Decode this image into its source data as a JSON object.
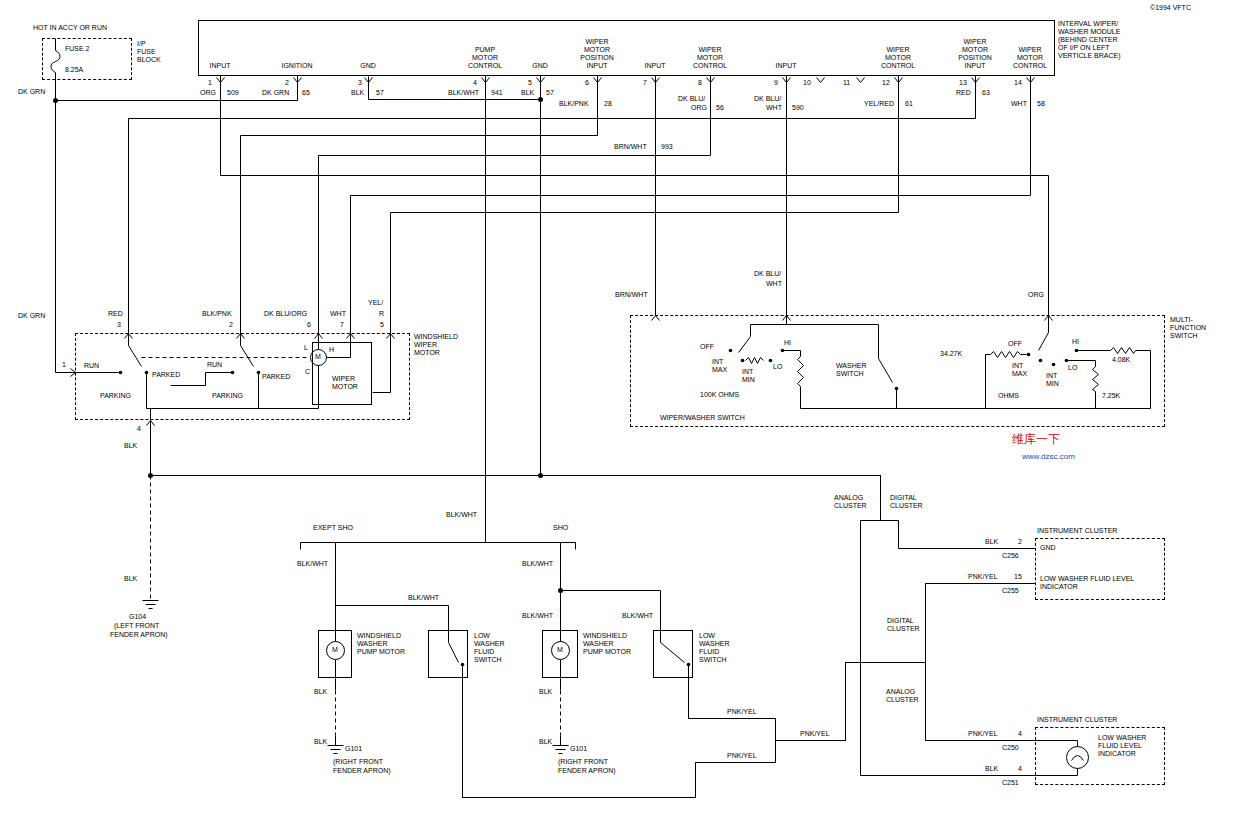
{
  "diagram": {
    "nodes": [
      {
        "text": [
          "HOT IN ACCY OR RUN",
          "FUSE 2",
          "8.25A",
          "I/P FUSE BLOCK"
        ]
      },
      {
        "text": [
          "INTERVAL WIPER/ WASHER MODULE (BEHIND CENTER OF I/P ON LEFT VERTICLE BRACE)",
          "INPUT",
          "IGNITION",
          "GND",
          "PUMP MOTOR CONTROL",
          "GND",
          "WIPER MOTOR POSITION INPUT",
          "INPUT",
          "WIPER MOTOR CONTROL",
          "INPUT",
          "WIPER MOTOR CONTROL",
          "WIPER MOTOR POSITION INPUT",
          "WIPER MOTOR CONTROL"
        ]
      },
      {
        "text": [
          "WINDSHIELD WIPER MOTOR"
        ]
      },
      {
        "text": [
          "WIPER MOTOR"
        ],
        "in": 2
      },
      {
        "text": [
          "MULTI-FUNCTION SWITCH",
          "WIPER/WASHER SWITCH"
        ]
      },
      {
        "text": [
          "WINDSHIELD WASHER PUMP MOTOR"
        ]
      },
      {
        "text": [
          "LOW WASHER FLUID SWITCH"
        ]
      },
      {
        "text": [
          "WINDSHIELD WASHER PUMP MOTOR"
        ]
      },
      {
        "text": [
          "LOW WASHER FLUID SWITCH"
        ]
      },
      {
        "text": [
          "INSTRUMENT CLUSTER",
          "GND",
          "LOW WASHER FLUID LEVEL INDICATOR"
        ]
      },
      {
        "text": [
          "INSTRUMENT CLUSTER",
          "LOW WASHER FLUID LEVEL INDICATOR"
        ]
      }
    ],
    "edges": [
      {
        "from": 0,
        "to": 1,
        "arrow": "none"
      },
      {
        "from": 0,
        "to": 2,
        "arrow": "none"
      },
      {
        "from": 1,
        "to": 2,
        "arrow": "none"
      },
      {
        "from": 1,
        "to": 2,
        "arrow": "none"
      },
      {
        "from": 1,
        "to": 2,
        "arrow": "none"
      },
      {
        "from": 1,
        "to": 2,
        "arrow": "none"
      },
      {
        "from": 1,
        "to": 2,
        "arrow": "none"
      },
      {
        "from": 1,
        "to": 4,
        "arrow": "none"
      },
      {
        "from": 1,
        "to": 4,
        "arrow": "none"
      },
      {
        "from": 1,
        "to": 4,
        "arrow": "none"
      },
      {
        "from": 1,
        "to": 5,
        "arrow": "none"
      },
      {
        "from": 1,
        "to": 6,
        "arrow": "none"
      },
      {
        "from": 1,
        "to": 7,
        "arrow": "none"
      },
      {
        "from": 1,
        "to": 8,
        "arrow": "none"
      },
      {
        "from": 6,
        "to": 9,
        "arrow": "none"
      },
      {
        "from": 6,
        "to": 10,
        "arrow": "none"
      },
      {
        "from": 8,
        "to": 9,
        "arrow": "none"
      },
      {
        "from": 8,
        "to": 10,
        "arrow": "none"
      },
      {
        "from": 1,
        "to": 9,
        "arrow": "none"
      },
      {
        "from": 1,
        "to": 10,
        "arrow": "none"
      },
      {
        "from": 2,
        "to": 1,
        "arrow": "none"
      }
    ],
    "labels": [
      "©1994 VFTC",
      "1",
      "ORG",
      "509",
      "2",
      "DK GRN",
      "65",
      "3",
      "BLK",
      "57",
      "4",
      "BLK/WHT",
      "941",
      "5",
      "BLK",
      "57",
      "6",
      "BLK/PNK",
      "28",
      "7",
      "BRN/WHT",
      "993",
      "8",
      "DK BLU/",
      "ORG",
      "56",
      "9",
      "DK BLU/",
      "WHT",
      "590",
      "10",
      "11",
      "12",
      "YEL/RED",
      "61",
      "13",
      "RED",
      "63",
      "14",
      "WHT",
      "58",
      "DK GRN",
      "DK GRN",
      "RED",
      "3",
      "BLK/PNK",
      "2",
      "DK BLU/ORG",
      "6",
      "WHT",
      "7",
      "YEL/",
      "R",
      "5",
      "1",
      "RUN",
      "PARKED",
      "PARKING",
      "RUN",
      "PARKED",
      "PARKING",
      "L",
      "H",
      "C",
      "4",
      "BLK",
      "BLK",
      "G104",
      "(LEFT FRONT",
      "FENDER APRON)",
      "M",
      "BRN/WHT",
      "DK BLU/",
      "WHT",
      "ORG",
      "OFF",
      "INT MAX",
      "INT MIN",
      "100K OHMS",
      "LO",
      "HI",
      "WASHER SWITCH",
      "34.27K",
      "OFF",
      "INT MAX",
      "INT MIN",
      "LO",
      "HI",
      "4.08K",
      "7.25K",
      "OHMS",
      "BLK/WHT",
      "EXEPT SHO",
      "SHO",
      "BLK/WHT",
      "BLK/WHT",
      "BLK/WHT",
      "BLK/WHT",
      "BLK/WHT",
      "M",
      "M",
      "BLK",
      "BLK",
      "G101",
      "(RIGHT FRONT",
      "FENDER APRON)",
      "BLK",
      "BLK",
      "G101",
      "(RIGHT FRONT",
      "FENDER APRON)",
      "PNK/YEL",
      "PNK/YEL",
      "PNK/YEL",
      "ANALOG CLUSTER",
      "DIGITAL CLUSTER",
      "DIGITAL CLUSTER",
      "ANALOG CLUSTER",
      "BLK",
      "2",
      "C256",
      "PNK/YEL",
      "15",
      "C255",
      "PNK/YEL",
      "4",
      "C250",
      "BLK",
      "4",
      "C251",
      "维库一下",
      "www.dzsc.com"
    ]
  }
}
